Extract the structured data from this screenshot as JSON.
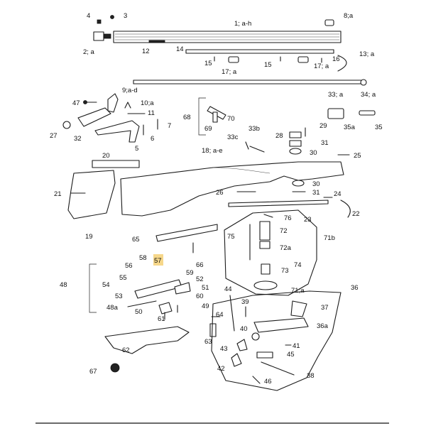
{
  "highlight": {
    "label": "57",
    "color": "#f6d78a"
  },
  "labels": {
    "l1": "1; a-h",
    "l2": "2; a",
    "l3": "3",
    "l4": "4",
    "l5": "5",
    "l6": "6",
    "l7": "7",
    "l8": "8;a",
    "l9": "9;a-d",
    "l10": "10;a",
    "l11": "11",
    "l12": "12",
    "l13": "13; a",
    "l14": "14",
    "l15a": "15",
    "l15b": "15",
    "l16": "16",
    "l17a": "17; a",
    "l17b": "17; a",
    "l18": "18; a-e",
    "l19": "19",
    "l20": "20",
    "l21": "21",
    "l22": "22",
    "l23": "23",
    "l24": "24",
    "l25": "25",
    "l26": "26",
    "l27": "27",
    "l28": "28",
    "l29": "29",
    "l30a": "30",
    "l30b": "30",
    "l31a": "31",
    "l31b": "31",
    "l32": "32",
    "l33": "33; a",
    "l33b": "33b",
    "l33c": "33c",
    "l34": "34; a",
    "l35": "35",
    "l35a": "35a",
    "l36": "36",
    "l36a": "36a",
    "l37": "37",
    "l38": "38",
    "l39": "39",
    "l40": "40",
    "l41": "41",
    "l42": "42",
    "l43": "43",
    "l44": "44",
    "l45": "45",
    "l46": "46",
    "l47": "47",
    "l48": "48",
    "l48a": "48a",
    "l49": "49",
    "l50": "50",
    "l51": "51",
    "l52": "52",
    "l53": "53",
    "l54": "54",
    "l55": "55",
    "l56": "56",
    "l57": "57",
    "l58": "58",
    "l59": "59",
    "l60": "60",
    "l61": "61",
    "l62": "62",
    "l63": "63",
    "l64": "64",
    "l65": "65",
    "l66": "66",
    "l67": "67",
    "l68": "68",
    "l69": "69",
    "l70": "70",
    "l71a": "71;a",
    "l71b": "71b",
    "l72": "72",
    "l72a": "72a",
    "l73": "73",
    "l74": "74",
    "l75": "75",
    "l76": "76"
  }
}
